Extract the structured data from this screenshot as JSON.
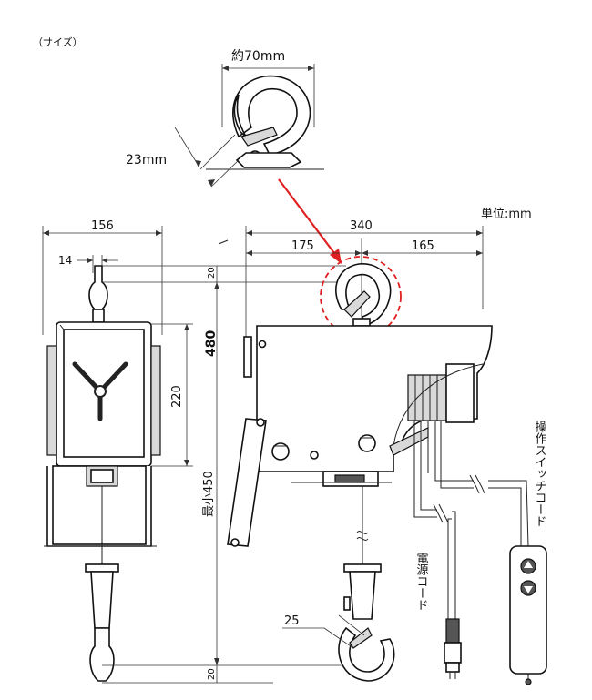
{
  "labels": {
    "size_heading": "（サイズ）",
    "hook_width": "約70mm",
    "hook_thickness": "23mm",
    "unit": "単位:mm",
    "width_156": "156",
    "width_14": "14",
    "total_340": "340",
    "left_175": "175",
    "right_165": "165",
    "top_20": "20",
    "bottom_20": "20",
    "height_480": "480",
    "height_220": "220",
    "min_450": "最小450",
    "dim_25": "25",
    "switch_cord": "操作スイッチコード",
    "power_cord": "電源コード"
  },
  "colors": {
    "line": "#111111",
    "accent": "#e02020",
    "fill": "#d9d9d9"
  }
}
